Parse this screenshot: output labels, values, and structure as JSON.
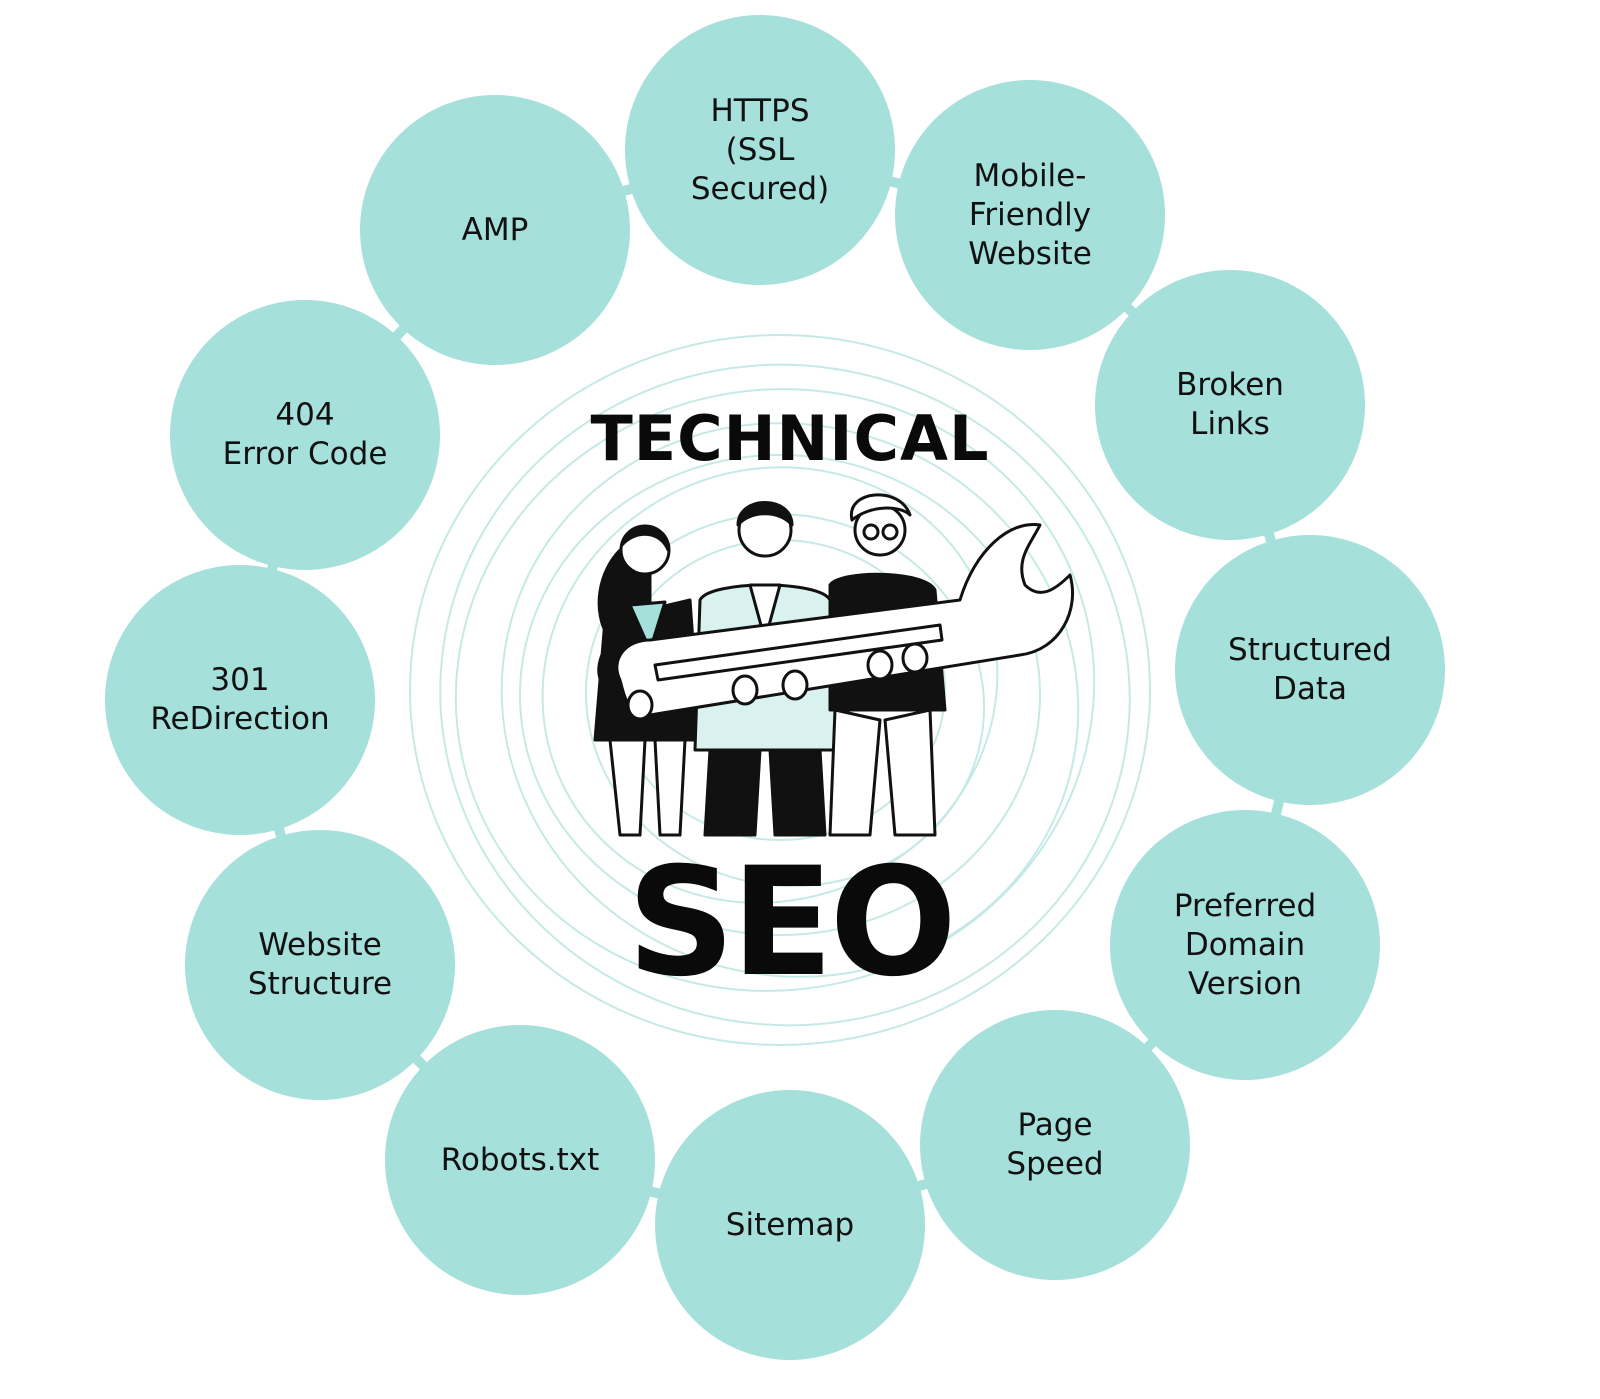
{
  "center": {
    "title_top": "TECHNICAL",
    "title_bottom": "SEO",
    "illustration_icon": "team-holding-wrench-illustration"
  },
  "colors": {
    "node_fill": "#a6e0db",
    "text": "#111111",
    "swirl": "#bfe8e4"
  },
  "nodes": [
    {
      "id": "https",
      "label": "HTTPS\n(SSL\nSecured)"
    },
    {
      "id": "mobile-friendly",
      "label": "Mobile-\nFriendly\nWebsite"
    },
    {
      "id": "broken-links",
      "label": "Broken\nLinks"
    },
    {
      "id": "structured-data",
      "label": "Structured\nData"
    },
    {
      "id": "preferred-domain",
      "label": "Preferred\nDomain\nVersion"
    },
    {
      "id": "page-speed",
      "label": "Page\nSpeed"
    },
    {
      "id": "sitemap",
      "label": "Sitemap"
    },
    {
      "id": "robots",
      "label": "Robots.txt"
    },
    {
      "id": "website-structure",
      "label": "Website\nStructure"
    },
    {
      "id": "301-redirection",
      "label": "301\nReDirection"
    },
    {
      "id": "404-error",
      "label": "404\nError Code"
    },
    {
      "id": "amp",
      "label": "AMP"
    }
  ]
}
